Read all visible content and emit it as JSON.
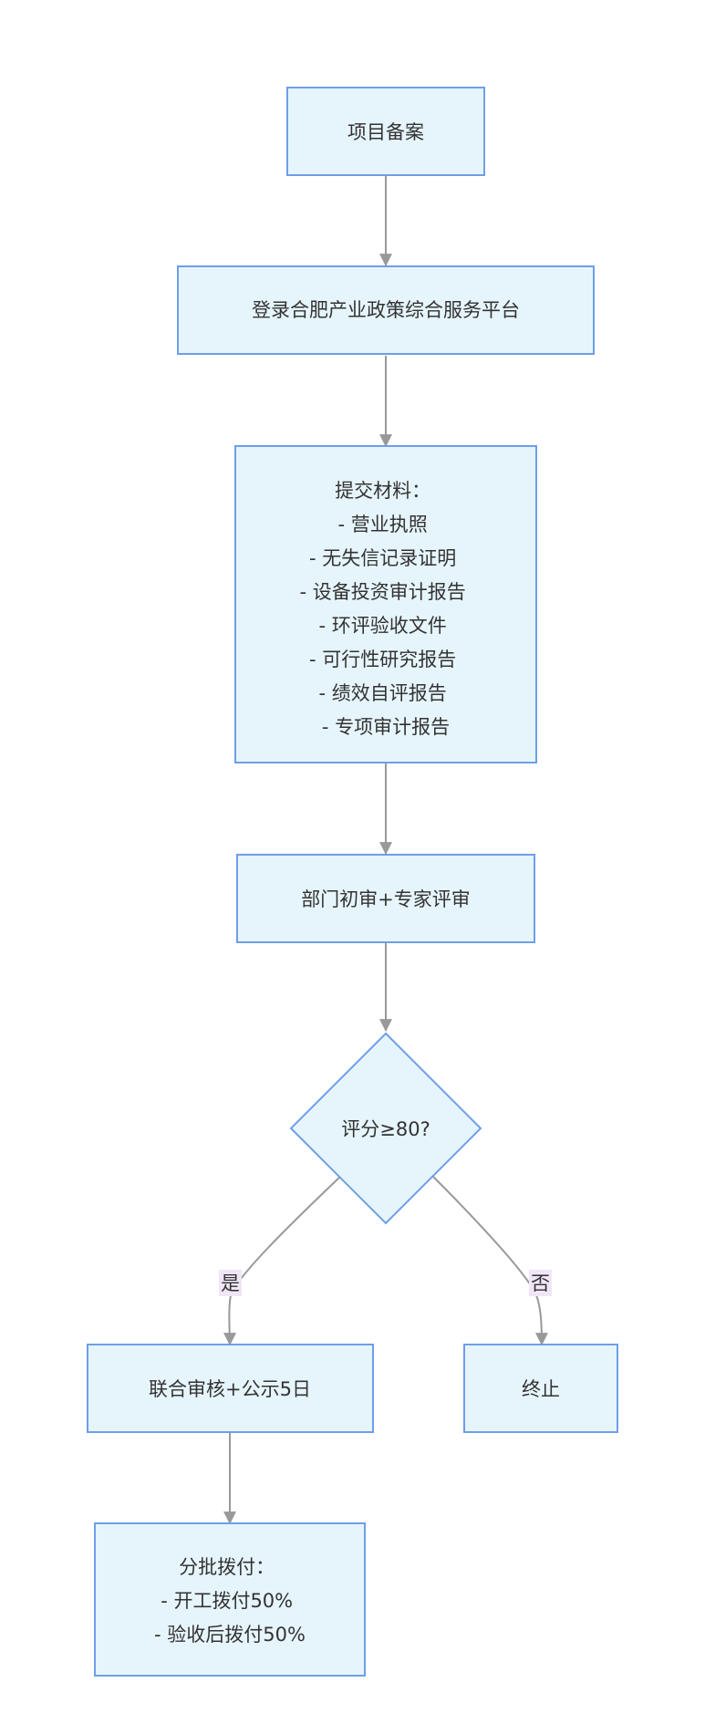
{
  "diagram": {
    "colors": {
      "node_fill": "#e6f5fc",
      "node_stroke": "#6f9ee8",
      "edge_stroke": "#999999",
      "arrow_fill": "#999999",
      "label_bg": "#f0e6f7",
      "text": "#333333"
    },
    "nodes": {
      "record": {
        "lines": [
          "项目备案"
        ]
      },
      "login": {
        "lines": [
          "登录合肥产业政策综合服务平台"
        ]
      },
      "materials": {
        "lines": [
          "提交材料：",
          "- 营业执照",
          "- 无失信记录证明",
          "- 设备投资审计报告",
          "- 环评验收文件",
          "- 可行性研究报告",
          "- 绩效自评报告",
          "- 专项审计报告"
        ]
      },
      "review": {
        "lines": [
          "部门初审+专家评审"
        ]
      },
      "decision": {
        "lines": [
          "评分≥80?"
        ]
      },
      "joint": {
        "lines": [
          "联合审核+公示5日"
        ]
      },
      "terminate": {
        "lines": [
          "终止"
        ]
      },
      "payment": {
        "lines": [
          "分批拨付：",
          "- 开工拨付50%",
          "- 验收后拨付50%"
        ]
      }
    },
    "edges": {
      "yes_label": "是",
      "no_label": "否"
    }
  }
}
